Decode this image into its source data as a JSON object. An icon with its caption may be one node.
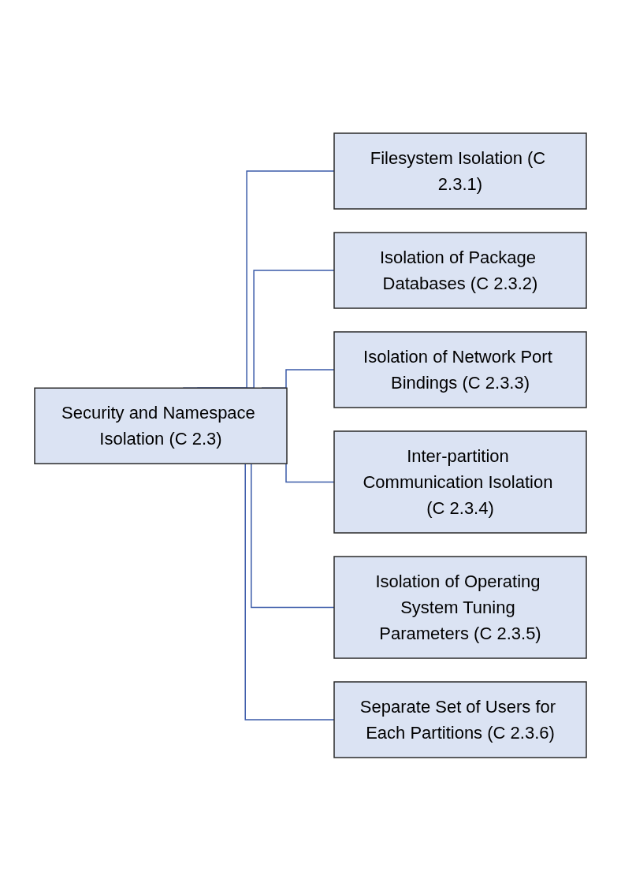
{
  "diagram": {
    "nodes": [
      {
        "text": [
          "Security and Namespace Isolation (C 2.3)"
        ]
      },
      {
        "text": [
          "Filesystem Isolation (C 2.3.1)"
        ]
      },
      {
        "text": [
          "Isolation of Package Databases (C 2.3.2)"
        ]
      },
      {
        "text": [
          "Isolation of Network Port Bindings (C 2.3.3)"
        ]
      },
      {
        "text": [
          "Inter-partition Communication Isolation (C 2.3.4)"
        ]
      },
      {
        "text": [
          "Isolation of Operating System Tuning Parameters (C 2.3.5)"
        ]
      },
      {
        "text": [
          "Separate Set of Users for Each Partitions (C 2.3.6)"
        ]
      }
    ],
    "edges": [
      {
        "from": 0,
        "to": 1,
        "arrow": "none"
      },
      {
        "from": 0,
        "to": 2,
        "arrow": "none"
      },
      {
        "from": 0,
        "to": 3,
        "arrow": "none"
      },
      {
        "from": 0,
        "to": 4,
        "arrow": "none"
      },
      {
        "from": 0,
        "to": 5,
        "arrow": "none"
      },
      {
        "from": 0,
        "to": 6,
        "arrow": "none"
      }
    ]
  }
}
